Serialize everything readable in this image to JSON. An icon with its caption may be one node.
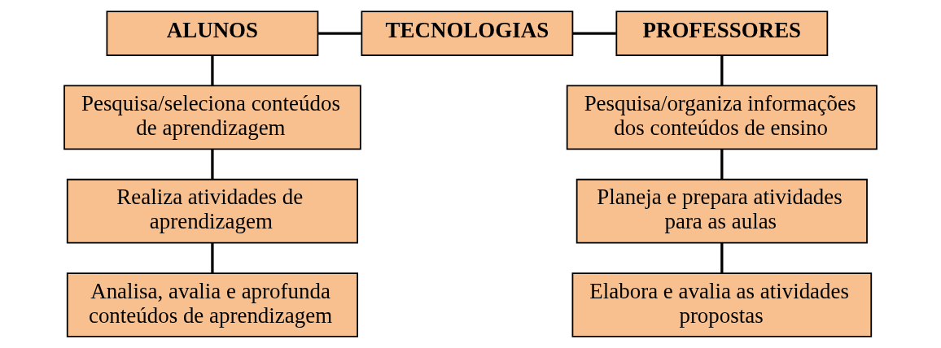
{
  "diagram": {
    "nodes": [
      {
        "text": [
          "ALUNOS"
        ]
      },
      {
        "text": [
          "TECNOLOGIAS"
        ]
      },
      {
        "text": [
          "PROFESSORES"
        ]
      },
      {
        "text": [
          "Pesquisa/seleciona conteúdos de aprendizagem"
        ]
      },
      {
        "text": [
          "Pesquisa/organiza informações dos conteúdos de ensino"
        ]
      },
      {
        "text": [
          "Realiza atividades de aprendizagem"
        ]
      },
      {
        "text": [
          "Planeja e prepara atividades para as aulas"
        ]
      },
      {
        "text": [
          "Analisa, avalia e aprofunda conteúdos de aprendizagem"
        ]
      },
      {
        "text": [
          "Elabora e avalia as atividades propostas"
        ]
      }
    ],
    "edges": [
      {
        "from": 0,
        "to": 1,
        "arrow": "none"
      },
      {
        "from": 1,
        "to": 2,
        "arrow": "none"
      },
      {
        "from": 0,
        "to": 3,
        "arrow": "none"
      },
      {
        "from": 3,
        "to": 5,
        "arrow": "none"
      },
      {
        "from": 5,
        "to": 7,
        "arrow": "none"
      },
      {
        "from": 2,
        "to": 4,
        "arrow": "none"
      },
      {
        "from": 4,
        "to": 6,
        "arrow": "none"
      },
      {
        "from": 6,
        "to": 8,
        "arrow": "none"
      }
    ]
  }
}
